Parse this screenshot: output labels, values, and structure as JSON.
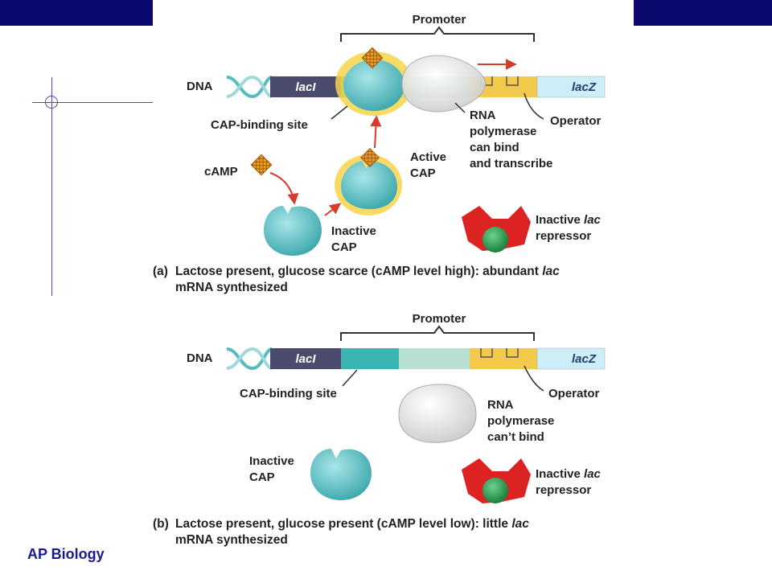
{
  "footer": "AP Biology",
  "panel_a": {
    "promoter": "Promoter",
    "dna": "DNA",
    "lacI": "lacI",
    "lacZ": "lacZ",
    "cap_binding_site": "CAP-binding site",
    "rna_pol": [
      "RNA",
      "polymerase",
      "can bind",
      "and transcribe"
    ],
    "operator": "Operator",
    "camp": "cAMP",
    "active_cap": [
      "Active",
      "CAP"
    ],
    "inactive_cap": [
      "Inactive",
      "CAP"
    ],
    "inactive_repressor": [
      "Inactive ",
      "lac",
      "repressor"
    ],
    "caption": {
      "letter": "(a)",
      "line1": "Lactose present, glucose scarce (cAMP level high): abundant ",
      "italic": "lac",
      "line2": "mRNA synthesized"
    }
  },
  "panel_b": {
    "promoter": "Promoter",
    "dna": "DNA",
    "lacI": "lacI",
    "lacZ": "lacZ",
    "cap_binding_site": "CAP-binding site",
    "operator": "Operator",
    "rna_pol": [
      "RNA",
      "polymerase",
      "can’t bind"
    ],
    "inactive_cap": [
      "Inactive",
      "CAP"
    ],
    "inactive_repressor": [
      "Inactive ",
      "lac",
      "repressor"
    ],
    "caption": {
      "letter": "(b)",
      "line1": "Lactose present, glucose present (cAMP level low): little ",
      "italic": "lac",
      "line2": "mRNA synthesized"
    }
  },
  "colors": {
    "title_bar": "#0a0a6e",
    "lacI": "#4b4b6e",
    "cap_site": "#3bb4b4",
    "lacZ": "#cdeef7",
    "operator": "#f2c94c",
    "cap_protein": "#5cc3c6",
    "cap_glow": "#f6d54a",
    "camp": "#f0a020",
    "repressor": "#dd2222",
    "repressor_center": "#1f9d4a",
    "arrow": "#d43c2c"
  }
}
